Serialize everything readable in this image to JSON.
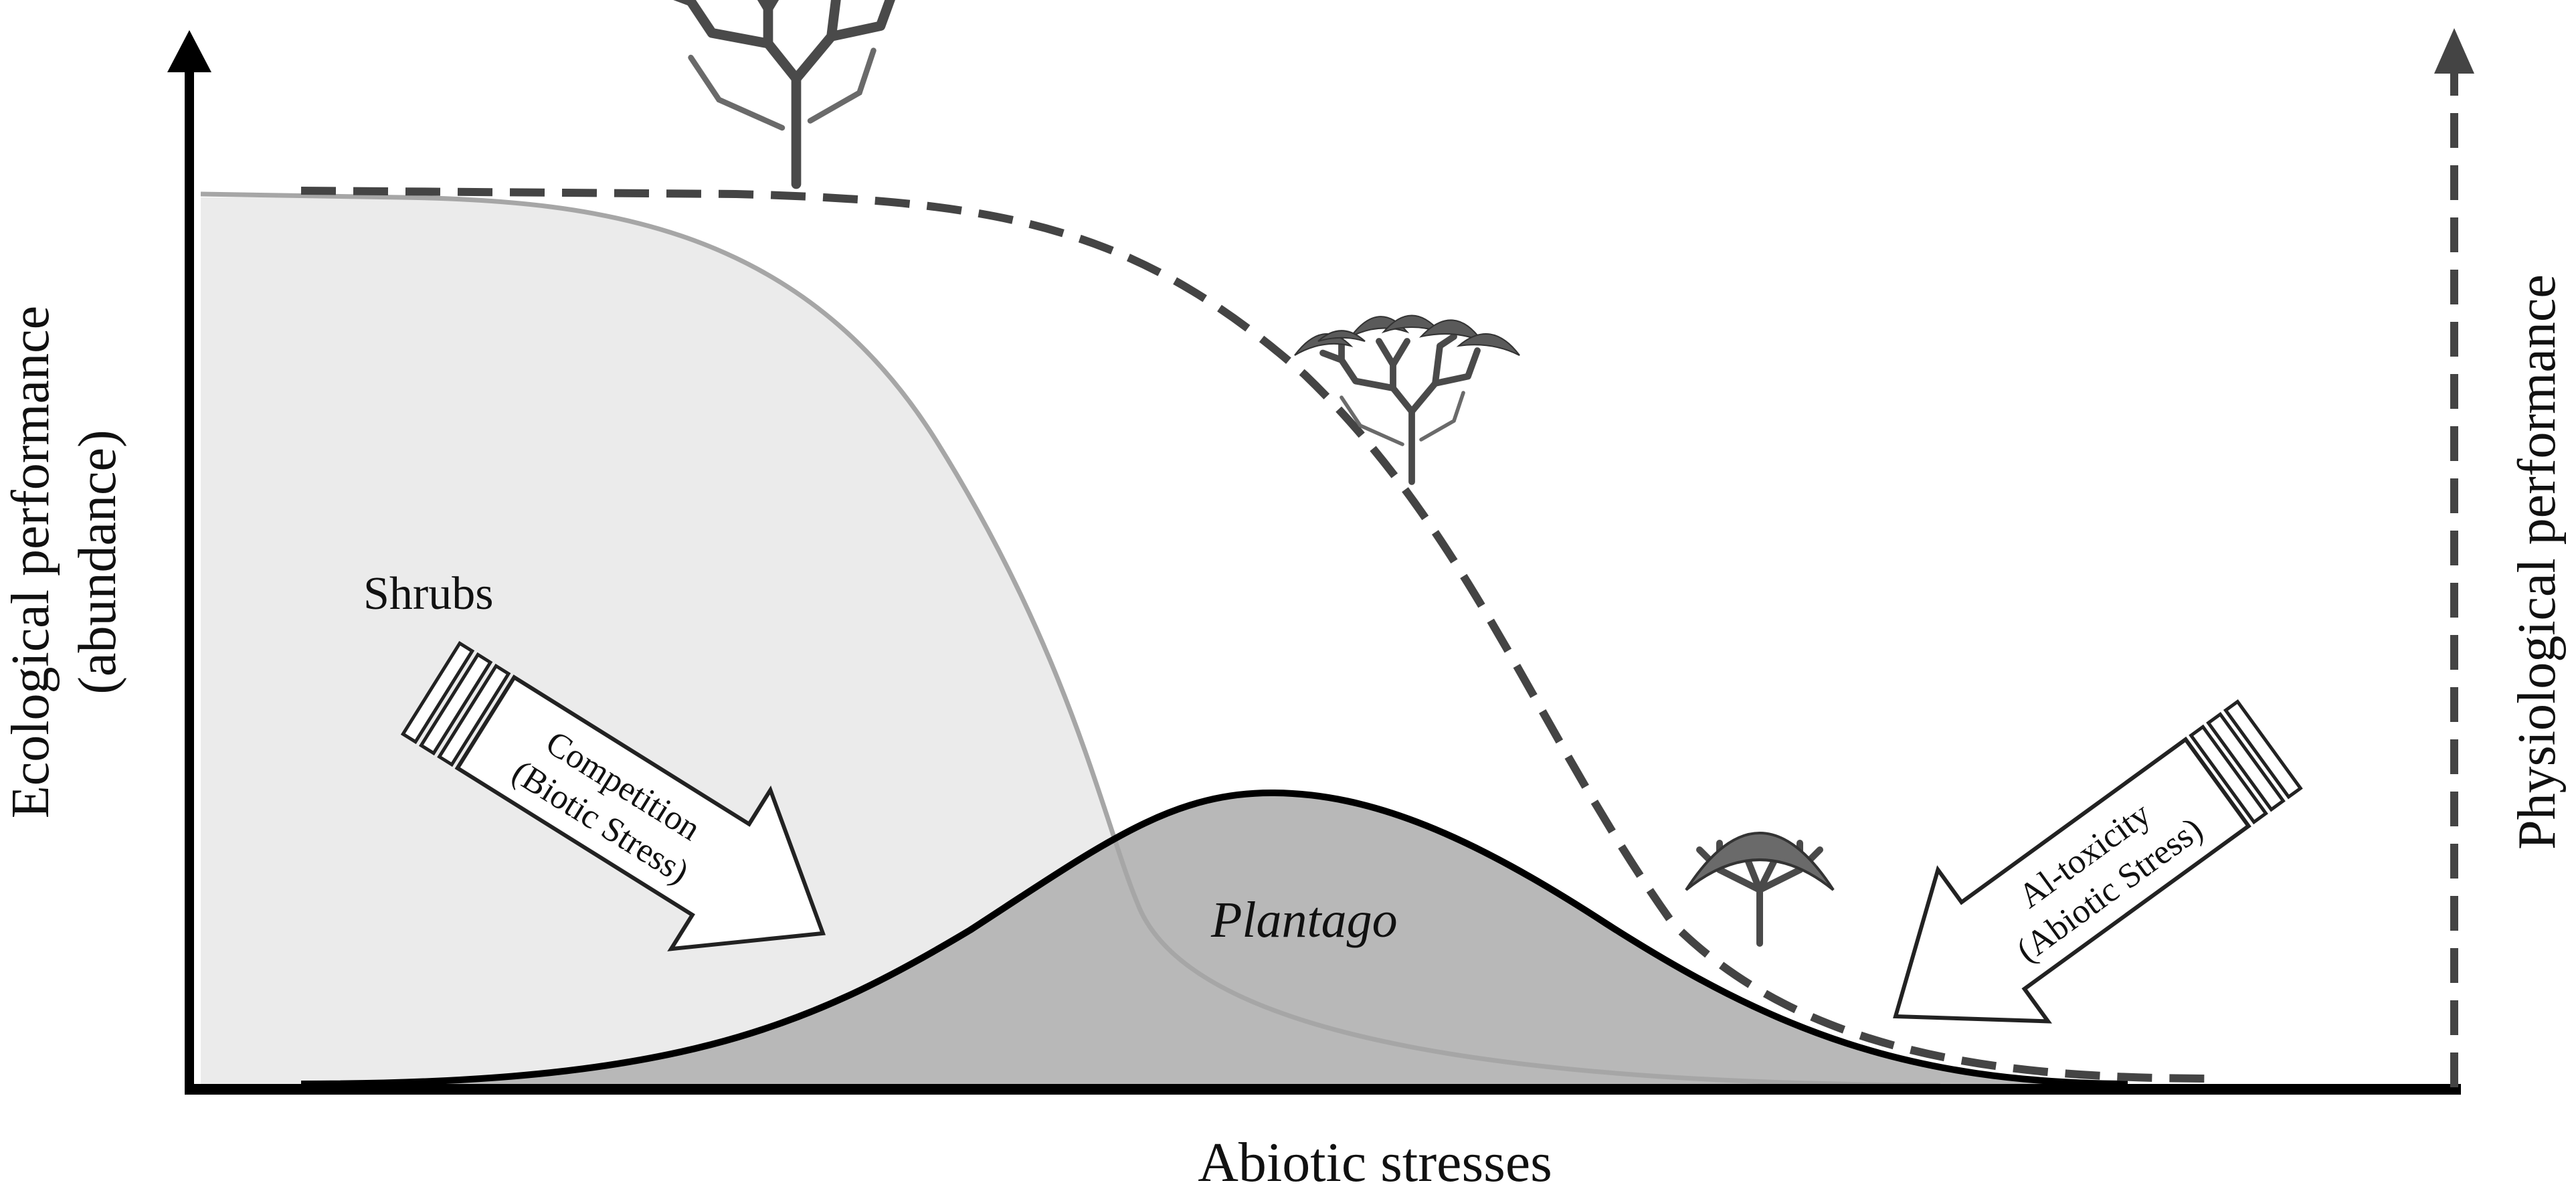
{
  "diagram": {
    "y_axis_left_line1": "Ecological performance",
    "y_axis_left_line2": "(abundance)",
    "y_axis_right": "Physiological performance",
    "x_axis": "Abiotic stresses",
    "shrubs_label": "Shrubs",
    "plantago_label": "Plantago",
    "arrow_left_line1": "Competition",
    "arrow_left_line2": "(Biotic Stress)",
    "arrow_right_line1": "Al-toxicity",
    "arrow_right_line2": "(Abiotic Stress)"
  },
  "colors": {
    "shrub_fill": "#ebebeb",
    "shrub_line": "#a6a6a6",
    "plantago_fill": "#b8b8b8",
    "plantago_line": "#000000",
    "dashed_curve": "#444444",
    "axis": "#000000",
    "tree": "#5a5a5a"
  },
  "icons": [
    "tree-icon-large",
    "tree-icon-medium",
    "tree-icon-small"
  ]
}
